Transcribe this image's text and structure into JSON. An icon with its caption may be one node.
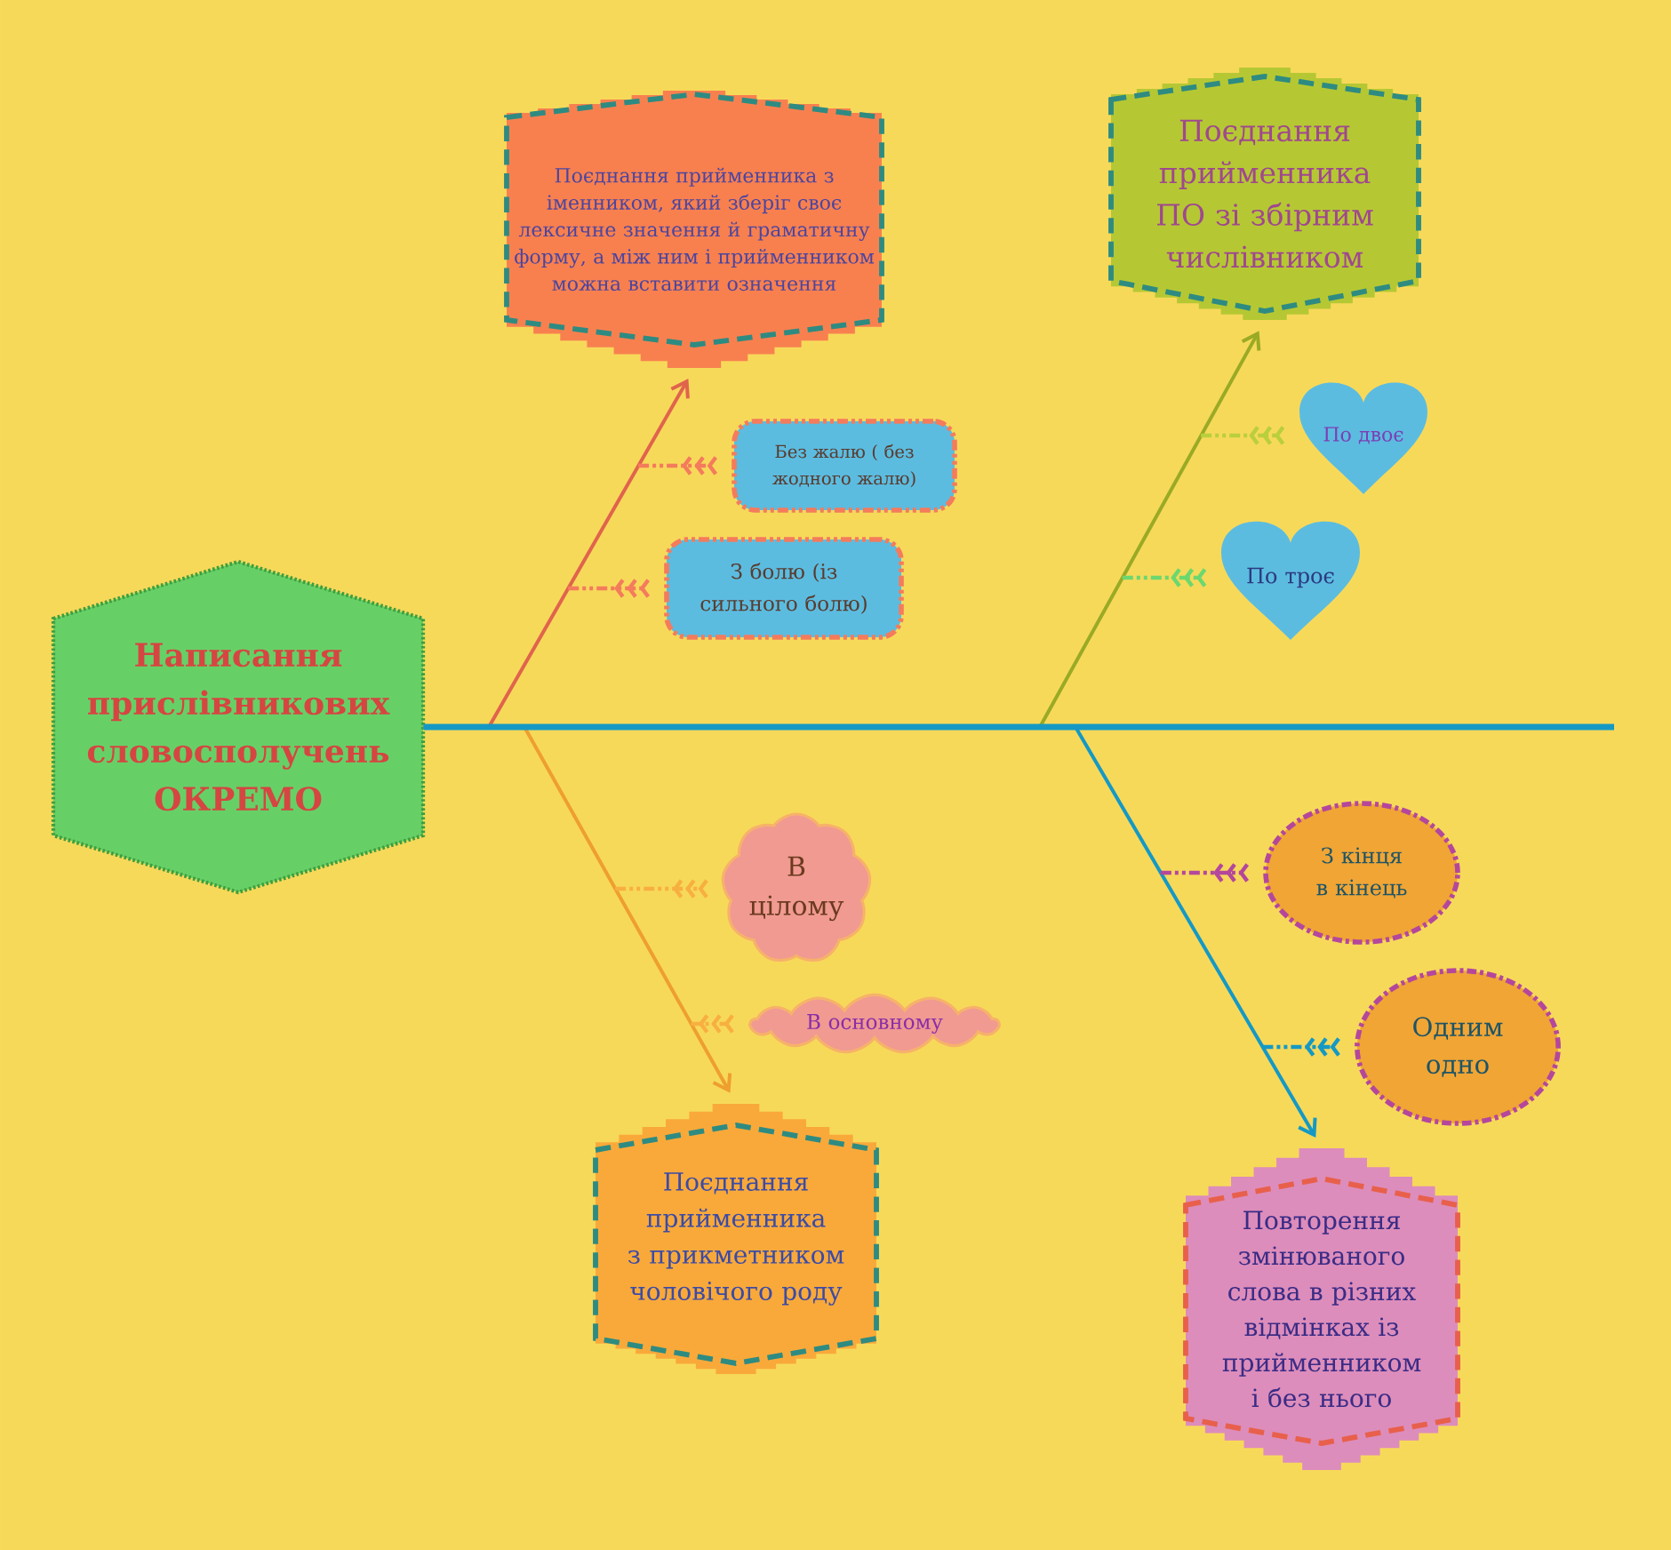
{
  "diagram": {
    "nodes": [
      {
        "text": [
          "Написання прислівникових словосполучень ОКРЕМО"
        ]
      },
      {
        "text": [
          "Поєднання прийменника з іменником, який зберіг своє лексичне значення й граматичну форму, а між ним і прийменником можна вставити означення"
        ]
      },
      {
        "text": [
          "Без жалю ( без жодного жалю)"
        ]
      },
      {
        "text": [
          "З болю (із сильного болю)"
        ]
      },
      {
        "text": [
          "Поєднання прийменника ПО зі збірним числівником"
        ]
      },
      {
        "text": [
          "По двоє"
        ]
      },
      {
        "text": [
          "По троє"
        ]
      },
      {
        "text": [
          "В цілому"
        ]
      },
      {
        "text": [
          "В основному"
        ]
      },
      {
        "text": [
          "Поєднання прийменника з прикметником чоловічого роду"
        ]
      },
      {
        "text": [
          "З кінця в кінець"
        ]
      },
      {
        "text": [
          "Одним одно"
        ]
      },
      {
        "text": [
          "Повторення змінюваного слова в різних відмінках із прийменником і без нього"
        ]
      }
    ],
    "edges": [
      {
        "from": 0,
        "to": null,
        "arrow": "none",
        "color": "#1599c4"
      },
      {
        "from": 0,
        "to": 1,
        "arrow": "to",
        "color": "#e0644c"
      },
      {
        "from": 0,
        "to": 4,
        "arrow": "to",
        "color": "#9aaa24"
      },
      {
        "from": 0,
        "to": 9,
        "arrow": "to",
        "color": "#ee9f2e"
      },
      {
        "from": 0,
        "to": 12,
        "arrow": "to",
        "color": "#1599c4"
      },
      {
        "from": null,
        "to": 2,
        "arrow": "other",
        "style": "dashed",
        "color": "#f47b5c"
      },
      {
        "from": null,
        "to": 3,
        "arrow": "other",
        "style": "dashed",
        "color": "#f47b5c"
      },
      {
        "from": null,
        "to": 5,
        "arrow": "other",
        "style": "dashed",
        "color": "#b9cf3c"
      },
      {
        "from": null,
        "to": 6,
        "arrow": "other",
        "style": "dashed",
        "color": "#6bd86f"
      },
      {
        "from": null,
        "to": 7,
        "arrow": "other",
        "style": "dashed",
        "color": "#f7b040"
      },
      {
        "from": null,
        "to": 8,
        "arrow": "other",
        "style": "dashed",
        "color": "#f7b040"
      },
      {
        "from": null,
        "to": 10,
        "arrow": "other",
        "style": "dashed",
        "color": "#b4479c"
      },
      {
        "from": null,
        "to": 11,
        "arrow": "other",
        "style": "dashed",
        "color": "#1599c4"
      }
    ]
  }
}
